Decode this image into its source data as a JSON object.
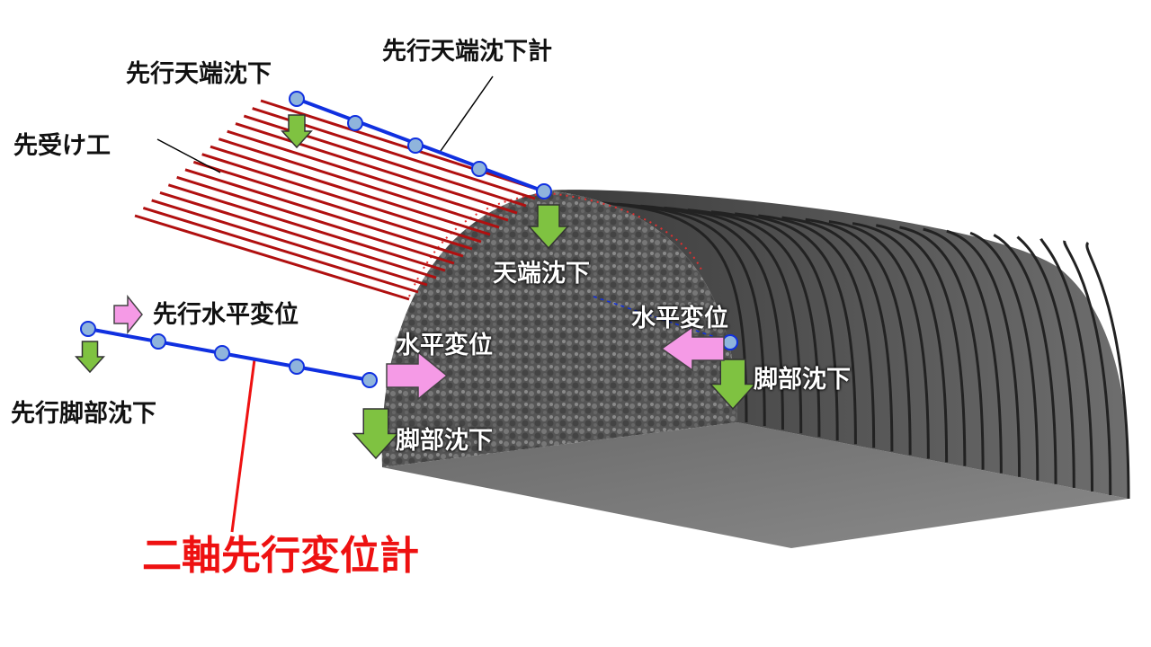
{
  "labels": {
    "pre_crown_settlement": "先行天端沈下",
    "pre_crown_settlement_gauge": "先行天端沈下計",
    "forepoling": "先受け工",
    "crown_settlement": "天端沈下",
    "horizontal_displacement_left": "水平変位",
    "horizontal_displacement_right": "水平変位",
    "pre_horizontal_displacement": "先行水平変位",
    "pre_footing_settlement": "先行脚部沈下",
    "footing_settlement_left": "脚部沈下",
    "footing_settlement_right": "脚部沈下",
    "biaxial_gauge": "二軸先行変位計"
  },
  "colors": {
    "title_red": "#ee1111",
    "gauge_blue": "#1030e0",
    "node_fill": "#8fb4dc",
    "rod_red": "#b01010",
    "arrow_green": "#7fc241",
    "arrow_pink": "#f59ae6",
    "rock_gray": "#5a5a5a"
  }
}
